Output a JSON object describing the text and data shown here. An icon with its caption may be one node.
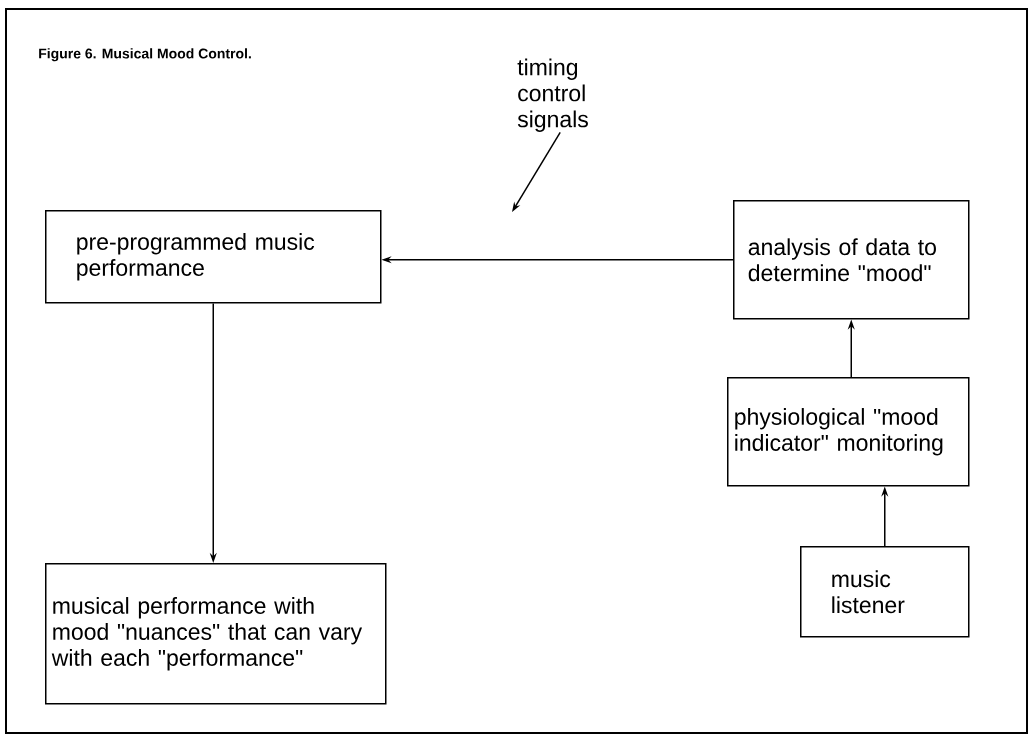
{
  "diagram": {
    "title": "Figure 6. Musical Mood Control.",
    "nodes": [
      {
        "text": [
          "pre-programmed music performance"
        ]
      },
      {
        "text": [
          "analysis of data to determine \"mood\""
        ]
      },
      {
        "text": [
          "physiological \"mood indicator\" monitoring"
        ]
      },
      {
        "text": [
          "musical performance with mood \"nuances\" that can vary with each \"performance\""
        ]
      },
      {
        "text": [
          "music listener"
        ]
      },
      {
        "text": [
          "timing control signals"
        ]
      }
    ],
    "edges": [
      {
        "from": 1,
        "to": 0,
        "arrow": "to"
      },
      {
        "from": 0,
        "to": 3,
        "arrow": "to"
      },
      {
        "from": 2,
        "to": 1,
        "arrow": "to"
      },
      {
        "from": 4,
        "to": 2,
        "arrow": "to"
      },
      {
        "from": 5,
        "to": null,
        "arrow": "to"
      }
    ]
  }
}
